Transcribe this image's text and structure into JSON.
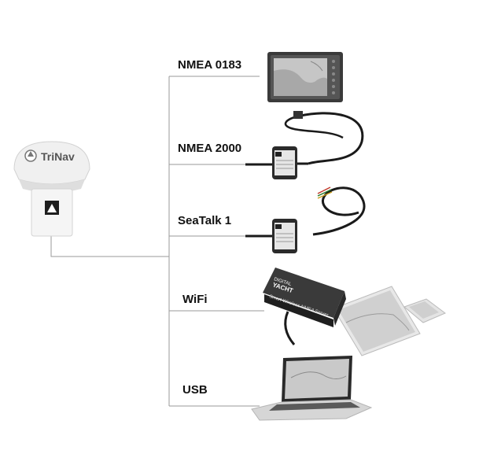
{
  "antenna": {
    "brand": "TriNav"
  },
  "outputs": [
    {
      "label": "NMEA 0183",
      "device": "chartplotter-display"
    },
    {
      "label": "NMEA 2000",
      "device": "nmea2000-gateway"
    },
    {
      "label": "SeaTalk 1",
      "device": "seatalk-converter"
    },
    {
      "label": "WiFi",
      "device": "wireless-nmea-server"
    },
    {
      "label": "USB",
      "device": "laptop"
    }
  ],
  "wifi_device": {
    "brand_line1": "DIGITAL",
    "brand_line2": "YACHT",
    "product": "Smart Wireless NMEA Server"
  },
  "colors": {
    "line": "#9a9a9a",
    "label": "#111111",
    "device_dark": "#2b2b2b",
    "dome": "#f0f0f0"
  }
}
